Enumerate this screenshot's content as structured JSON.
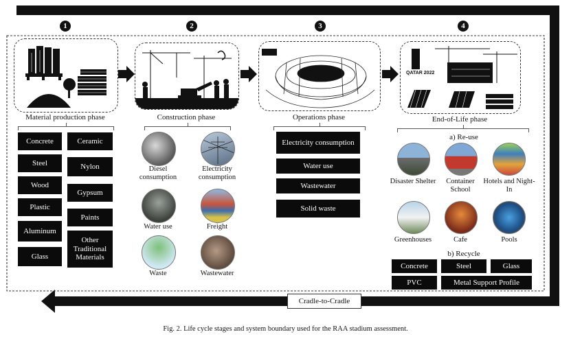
{
  "phases": [
    {
      "number": "1",
      "label": "Material production phase"
    },
    {
      "number": "2",
      "label": "Construction phase"
    },
    {
      "number": "3",
      "label": "Operations phase"
    },
    {
      "number": "4",
      "label": "End-of-Life phase"
    }
  ],
  "materials_left": [
    "Concrete",
    "Steel",
    "Wood",
    "Plastic",
    "Aluminum",
    "Glass"
  ],
  "materials_right": [
    "Ceramic",
    "Nylon",
    "Gypsum",
    "Paints",
    "Other Traditional Materials"
  ],
  "construction_items": [
    "Diesel consumption",
    "Electricity consumption",
    "Water use",
    "Freight",
    "Waste",
    "Wastewater"
  ],
  "operations_items": [
    "Electricity consumption",
    "Water use",
    "Wastewater",
    "Solid waste"
  ],
  "reuse": {
    "title": "a) Re-use",
    "items": [
      "Disaster Shelter",
      "Container School",
      "Hotels and Night-In",
      "Greenhouses",
      "Cafe",
      "Pools"
    ]
  },
  "recycle": {
    "title": "b) Recycle",
    "row1": [
      "Concrete",
      "Steel",
      "Glass"
    ],
    "row2": [
      "PVC",
      "Metal Support Profile"
    ]
  },
  "cradle_label": "Cradle-to-Cradle",
  "caption": "Fig. 2.  Life cycle stages and system boundary used for the RAA stadium assessment.",
  "logo_text": "QATAR 2022",
  "colors": {
    "ink": "#0b0b0b",
    "frame": "#111111",
    "dashed": "#333333"
  }
}
